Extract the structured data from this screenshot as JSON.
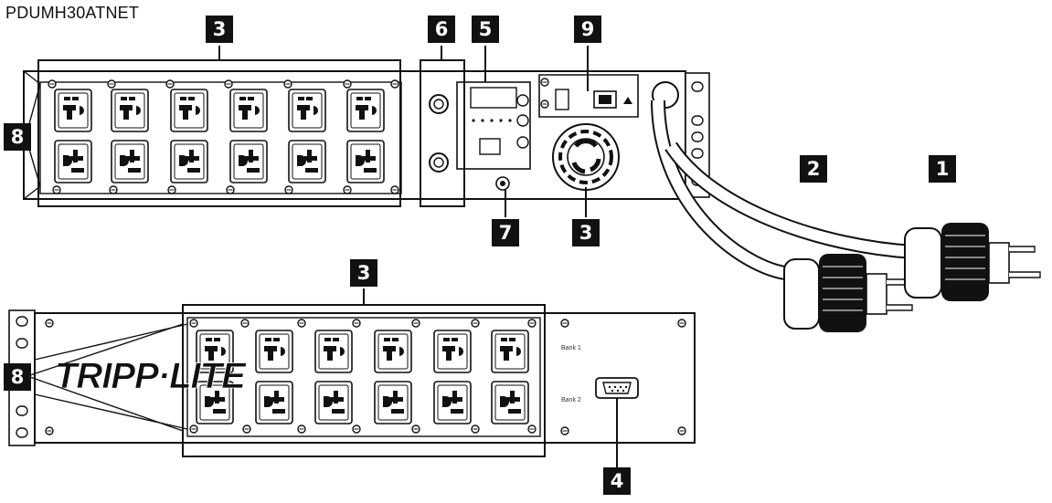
{
  "model": "PDUMH30ATNET",
  "brand": "TRIPP·LITE",
  "bank_labels": [
    "Bank 1",
    "Bank 2"
  ],
  "callouts": [
    "3",
    "6",
    "5",
    "9",
    "8",
    "2",
    "1",
    "7",
    "3",
    "3",
    "8",
    "4"
  ]
}
